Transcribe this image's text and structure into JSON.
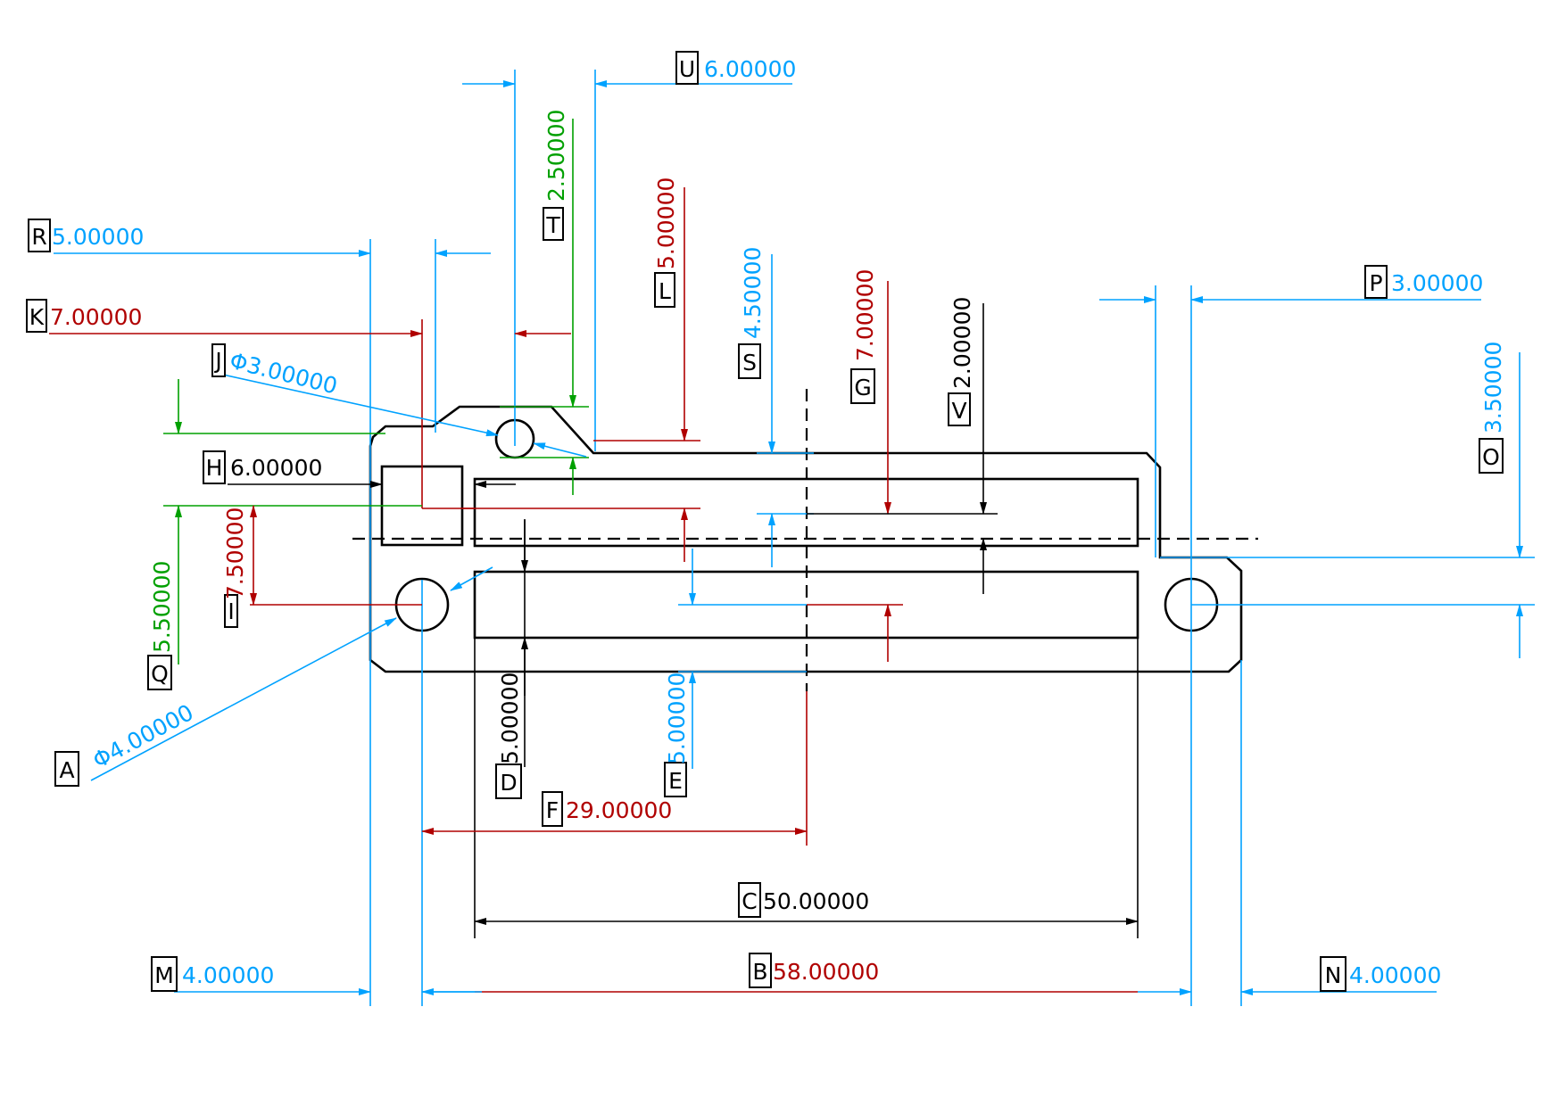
{
  "dimensions": {
    "A": {
      "tag": "A",
      "value": "Φ4.00000",
      "color": "#00A2FF"
    },
    "B": {
      "tag": "B",
      "value": "58.00000",
      "color": "#B00000"
    },
    "C": {
      "tag": "C",
      "value": "50.00000",
      "color": "#000000"
    },
    "D": {
      "tag": "D",
      "value": "5.00000",
      "color": "#000000"
    },
    "E": {
      "tag": "E",
      "value": "5.00000",
      "color": "#00A2FF"
    },
    "F": {
      "tag": "F",
      "value": "29.00000",
      "color": "#B00000"
    },
    "G": {
      "tag": "G",
      "value": "7.00000",
      "color": "#B00000"
    },
    "H": {
      "tag": "H",
      "value": "6.00000",
      "color": "#000000"
    },
    "I": {
      "tag": "I",
      "value": "7.50000",
      "color": "#B00000"
    },
    "J": {
      "tag": "J",
      "value": "Φ3.00000",
      "color": "#00A2FF"
    },
    "K": {
      "tag": "K",
      "value": "7.00000",
      "color": "#B00000"
    },
    "L": {
      "tag": "L",
      "value": "5.00000",
      "color": "#B00000"
    },
    "M": {
      "tag": "M",
      "value": "4.00000",
      "color": "#00A2FF"
    },
    "N": {
      "tag": "N",
      "value": "4.00000",
      "color": "#00A2FF"
    },
    "O": {
      "tag": "O",
      "value": "3.50000",
      "color": "#00A2FF"
    },
    "P": {
      "tag": "P",
      "value": "3.00000",
      "color": "#00A2FF"
    },
    "Q": {
      "tag": "Q",
      "value": "5.50000",
      "color": "#00A000"
    },
    "R": {
      "tag": "R",
      "value": "5.00000",
      "color": "#00A2FF"
    },
    "S": {
      "tag": "S",
      "value": "4.50000",
      "color": "#00A2FF"
    },
    "T": {
      "tag": "T",
      "value": "2.50000",
      "color": "#00A000"
    },
    "U": {
      "tag": "U",
      "value": "6.00000",
      "color": "#00A2FF"
    },
    "V": {
      "tag": "V",
      "value": "2.00000",
      "color": "#000000"
    }
  }
}
